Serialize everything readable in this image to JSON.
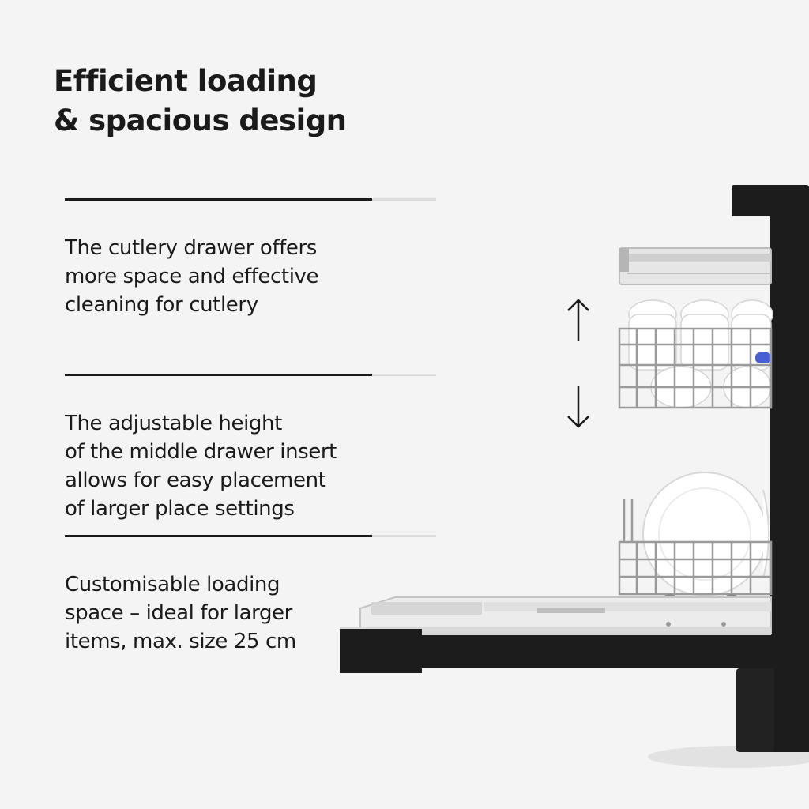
{
  "headline": {
    "line1": "Efficient loading",
    "line2": "& spacious design"
  },
  "features": [
    {
      "lines": [
        "The cutlery drawer offers",
        "more space and effective",
        "cleaning for cutlery"
      ]
    },
    {
      "lines": [
        "The adjustable height",
        "of the middle drawer insert",
        "allows for easy placement",
        "of larger place settings"
      ]
    },
    {
      "lines": [
        "Customisable loading",
        "space – ideal for larger",
        "items, max. size 25 cm"
      ]
    }
  ],
  "colors": {
    "background": "#f4f4f4",
    "text": "#1a1a1a",
    "appliance_body": "#1c1c1c",
    "rack_wire": "#9a9a9a",
    "accent_blue": "#4a5fd6"
  },
  "icons": [
    "arrow-up-icon",
    "arrow-down-icon"
  ]
}
